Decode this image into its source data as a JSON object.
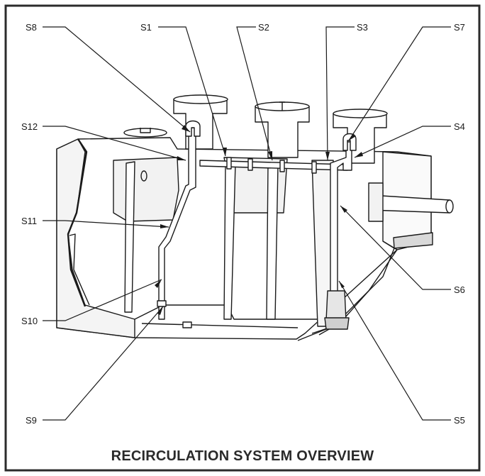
{
  "title": "RECIRCULATION SYSTEM OVERVIEW",
  "labels": {
    "s1": "S1",
    "s2": "S2",
    "s3": "S3",
    "s4": "S4",
    "s5": "S5",
    "s6": "S6",
    "s7": "S7",
    "s8": "S8",
    "s9": "S9",
    "s10": "S10",
    "s11": "S11",
    "s12": "S12"
  },
  "colors": {
    "frame": "#2b2b2b",
    "line": "#1a1a1a",
    "tank_fill": "#ffffff",
    "shade": "#d9d9d9"
  }
}
